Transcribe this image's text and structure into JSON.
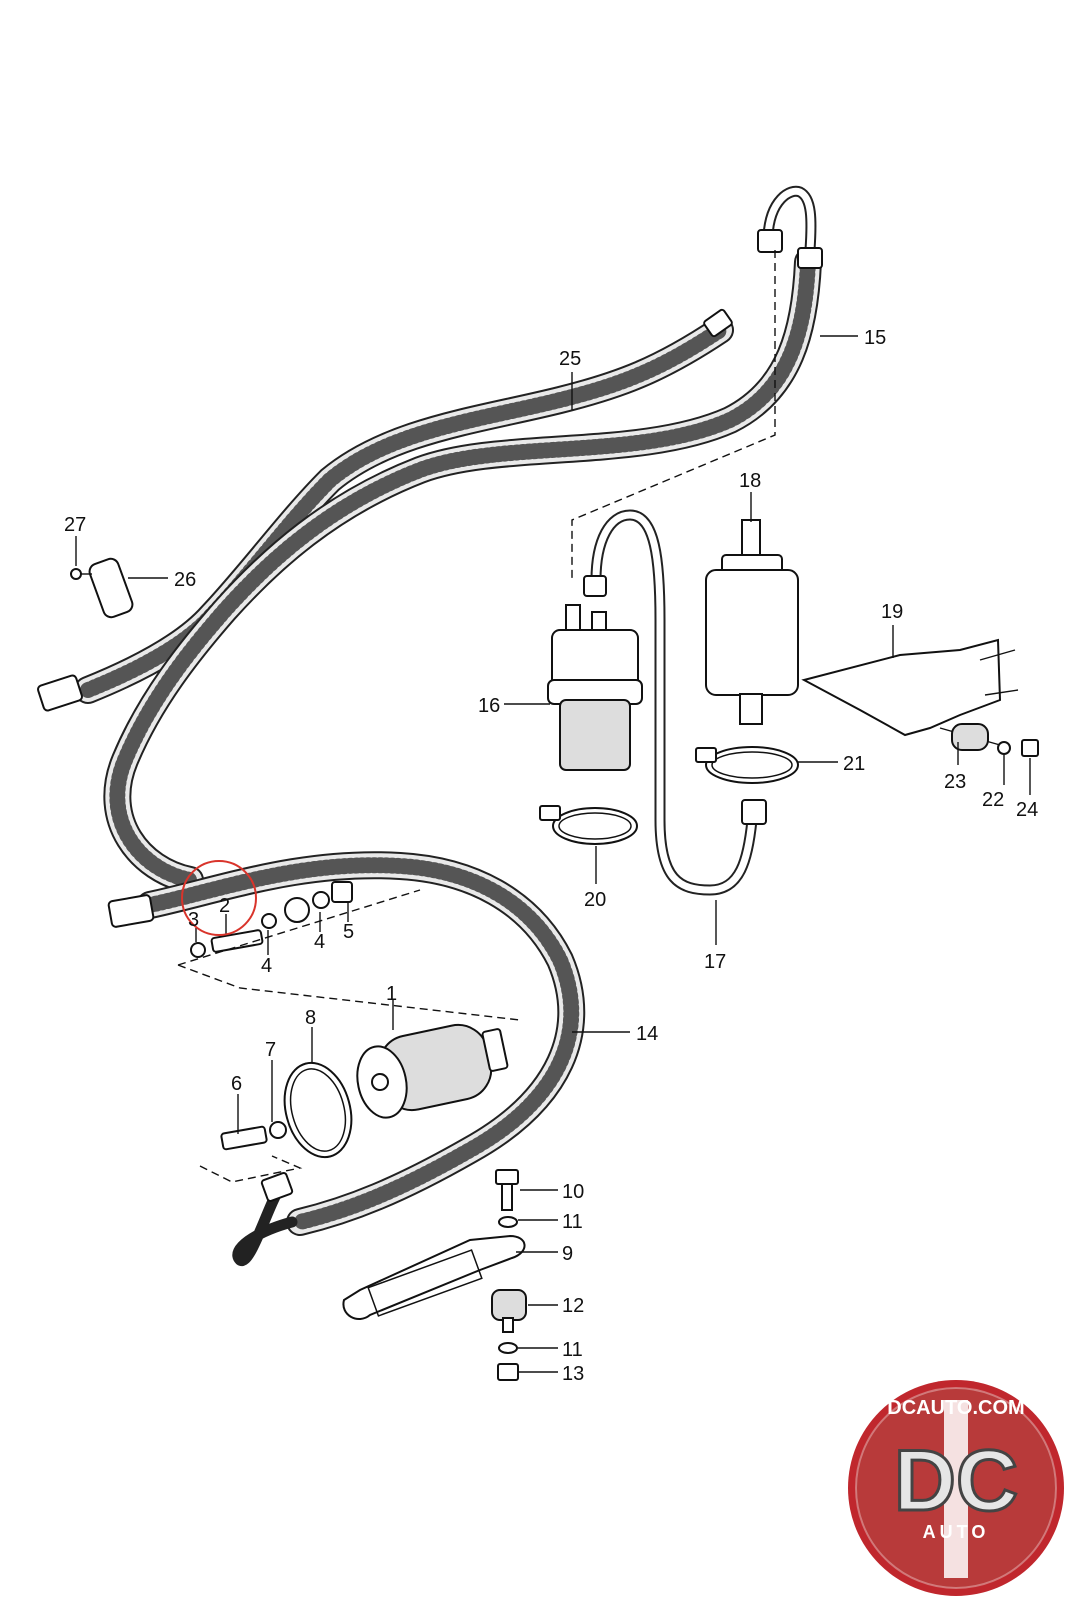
{
  "callouts": [
    {
      "id": "callout-1",
      "text": "1"
    },
    {
      "id": "callout-2",
      "text": "2"
    },
    {
      "id": "callout-3",
      "text": "3"
    },
    {
      "id": "callout-4a",
      "text": "4"
    },
    {
      "id": "callout-4b",
      "text": "4"
    },
    {
      "id": "callout-5",
      "text": "5"
    },
    {
      "id": "callout-6",
      "text": "6"
    },
    {
      "id": "callout-7",
      "text": "7"
    },
    {
      "id": "callout-8",
      "text": "8"
    },
    {
      "id": "callout-9",
      "text": "9"
    },
    {
      "id": "callout-10",
      "text": "10"
    },
    {
      "id": "callout-11a",
      "text": "11"
    },
    {
      "id": "callout-11b",
      "text": "11"
    },
    {
      "id": "callout-12",
      "text": "12"
    },
    {
      "id": "callout-13",
      "text": "13"
    },
    {
      "id": "callout-14",
      "text": "14"
    },
    {
      "id": "callout-15",
      "text": "15"
    },
    {
      "id": "callout-16",
      "text": "16"
    },
    {
      "id": "callout-17",
      "text": "17"
    },
    {
      "id": "callout-18",
      "text": "18"
    },
    {
      "id": "callout-19",
      "text": "19"
    },
    {
      "id": "callout-20",
      "text": "20"
    },
    {
      "id": "callout-21",
      "text": "21"
    },
    {
      "id": "callout-22",
      "text": "22"
    },
    {
      "id": "callout-23",
      "text": "23"
    },
    {
      "id": "callout-24",
      "text": "24"
    },
    {
      "id": "callout-25",
      "text": "25"
    },
    {
      "id": "callout-26",
      "text": "26"
    },
    {
      "id": "callout-27",
      "text": "27"
    }
  ],
  "highlight": {
    "part": "2",
    "color": "#d9342b"
  },
  "logo": {
    "top_text": "DCAUTO.COM",
    "main_text": "DC",
    "sub_text": "AUTO",
    "color": "#c0272d"
  }
}
